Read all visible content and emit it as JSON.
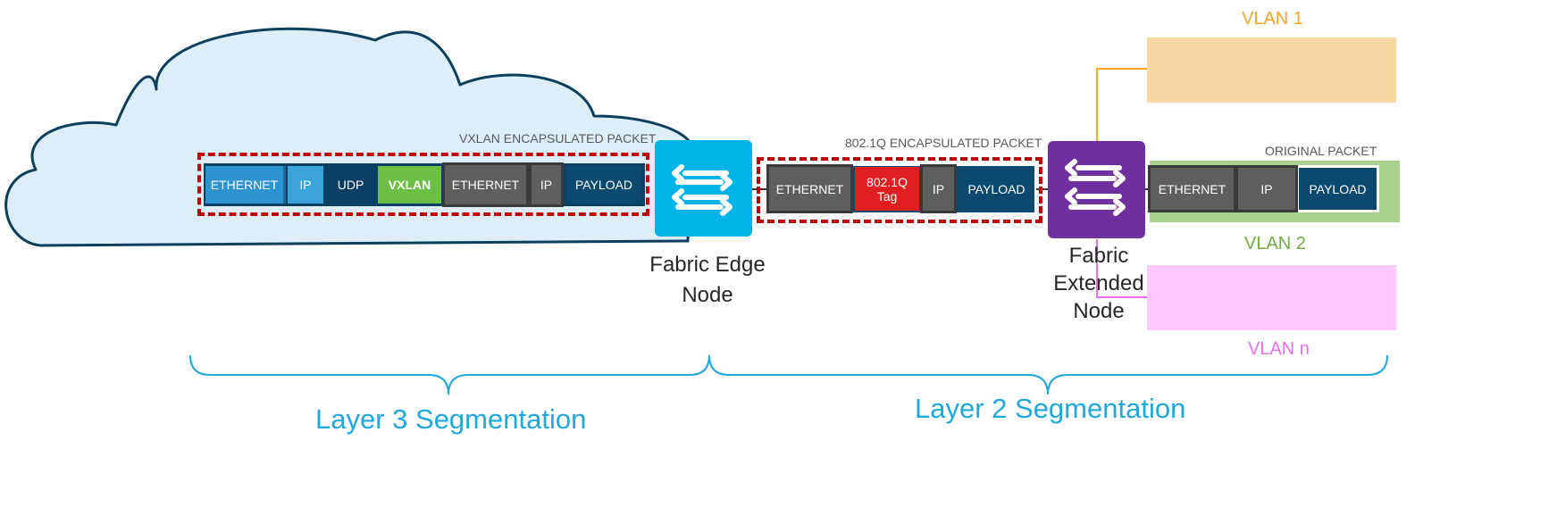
{
  "colors": {
    "ethernet_blue": "#2e94d1",
    "ip_blue": "#3aa3dc",
    "udp_navy": "#0b3f66",
    "vxlan_green": "#6bbf45",
    "inner_gray": "#5f5f5f",
    "payload_navy": "#0b4a6e",
    "dot1q_red": "#e02020",
    "edge_node_cyan": "#00b4ea",
    "extended_node_purple": "#7030a0",
    "dash_red": "#c00000",
    "vlan1_orange": "#f9d7a3",
    "vlan1_text": "#f5a623",
    "vlan2_green": "#a9d18e",
    "vlan2_text": "#70ad47",
    "vlann_pink": "#fdc8fd",
    "vlann_text": "#e86fe8",
    "segment_text": "#1fa8dc"
  },
  "vxlan_packet": {
    "title": "VXLAN ENCAPSULATED PACKET",
    "fields": [
      "ETHERNET",
      "IP",
      "UDP",
      "VXLAN",
      "ETHERNET",
      "IP",
      "PAYLOAD"
    ]
  },
  "dot1q_packet": {
    "title": "802.1Q ENCAPSULATED PACKET",
    "fields": [
      "ETHERNET",
      "802.1Q",
      "Tag",
      "IP",
      "PAYLOAD"
    ]
  },
  "original_packet": {
    "title": "ORIGINAL PACKET",
    "fields": [
      "ETHERNET",
      "IP",
      "PAYLOAD"
    ]
  },
  "nodes": {
    "edge": {
      "line1": "Fabric Edge",
      "line2": "Node",
      "icon": "switch-arrows-icon"
    },
    "extended": {
      "line1": "Fabric",
      "line2": "Extended",
      "line3": "Node",
      "icon": "switch-arrows-icon"
    }
  },
  "vlans": {
    "vlan1": "VLAN 1",
    "vlan2": "VLAN 2",
    "vlann": "VLAN n"
  },
  "segments": {
    "layer3": "Layer 3 Segmentation",
    "layer2": "Layer 2 Segmentation"
  }
}
